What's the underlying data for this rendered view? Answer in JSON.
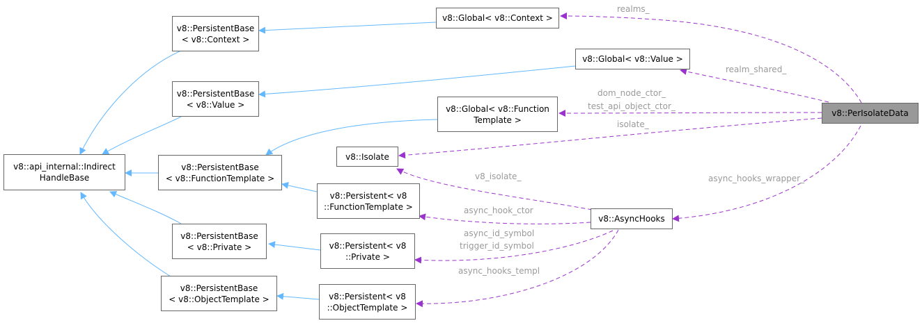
{
  "diagram": {
    "colors": {
      "inheritance": "#63b8ff",
      "usage": "#9a32cd",
      "edge_label": "#9a9a9a",
      "highlight_fill": "#999999",
      "node_border": "#666666"
    },
    "nodes": {
      "indirect_handle_base": [
        "v8::api_internal::Indirect",
        "HandleBase"
      ],
      "pb_context": [
        "v8::PersistentBase",
        "< v8::Context >"
      ],
      "pb_value": [
        "v8::PersistentBase",
        "< v8::Value >"
      ],
      "pb_function_template": [
        "v8::PersistentBase",
        "< v8::FunctionTemplate >"
      ],
      "pb_private": [
        "v8::PersistentBase",
        "< v8::Private >"
      ],
      "pb_object_template": [
        "v8::PersistentBase",
        "< v8::ObjectTemplate >"
      ],
      "global_context": [
        "v8::Global< v8::Context >"
      ],
      "global_value": [
        "v8::Global< v8::Value >"
      ],
      "global_function_template": [
        "v8::Global< v8::Function",
        "Template >"
      ],
      "isolate": [
        "v8::Isolate"
      ],
      "persistent_function_template": [
        "v8::Persistent< v8",
        "::FunctionTemplate >"
      ],
      "persistent_private": [
        "v8::Persistent< v8",
        "::Private >"
      ],
      "persistent_object_template": [
        "v8::Persistent< v8",
        "::ObjectTemplate >"
      ],
      "async_hooks": [
        "v8::AsyncHooks"
      ],
      "per_isolate_data": [
        "v8::PerIsolateData"
      ]
    },
    "edge_labels": {
      "realms": "realms_",
      "realm_shared": "realm_shared_",
      "dom_node_ctor": "dom_node_ctor_",
      "test_api_object_ctor": "test_api_object_ctor_",
      "isolate": "isolate_",
      "async_hooks_wrapper": "async_hooks_wrapper_",
      "v8_isolate": "v8_isolate_",
      "async_hook_ctor": "async_hook_ctor",
      "async_id_symbol": "async_id_symbol",
      "trigger_id_symbol": "trigger_id_symbol",
      "async_hooks_templ": "async_hooks_templ"
    }
  }
}
